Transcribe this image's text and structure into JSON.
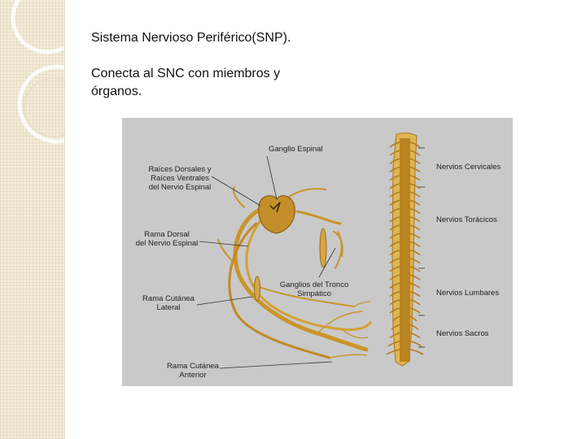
{
  "slide": {
    "title": "Sistema Nervioso Periférico(SNP).",
    "body_line1": "Conecta al SNC con miembros y",
    "body_line2": "órganos."
  },
  "figure": {
    "labels": {
      "ganglio_espinal": "Ganglio Espinal",
      "raices_1": "Raíces Dorsales y",
      "raices_2": "Raíces Ventrales",
      "raices_3": "del Nervio Espinal",
      "rama_dorsal_1": "Rama Dorsal",
      "rama_dorsal_2": "del Nervio Espinal",
      "ganglios_tronco_1": "Ganglios del Tronco",
      "ganglios_tronco_2": "Simpático",
      "rama_lateral_1": "Rama Cutánea",
      "rama_lateral_2": "Lateral",
      "rama_anterior_1": "Rama Cutánea",
      "rama_anterior_2": "Anterior",
      "cervicales": "Nervios Cervicales",
      "toracicos": "Nervios Torácicos",
      "lumbares": "Nervios Lumbares",
      "sacros": "Nervios Sacros"
    },
    "colors": {
      "nerve": "#c9952a",
      "nerve_light": "#e0b552",
      "cord": "#b8841f",
      "background": "#c9c9c9"
    }
  }
}
